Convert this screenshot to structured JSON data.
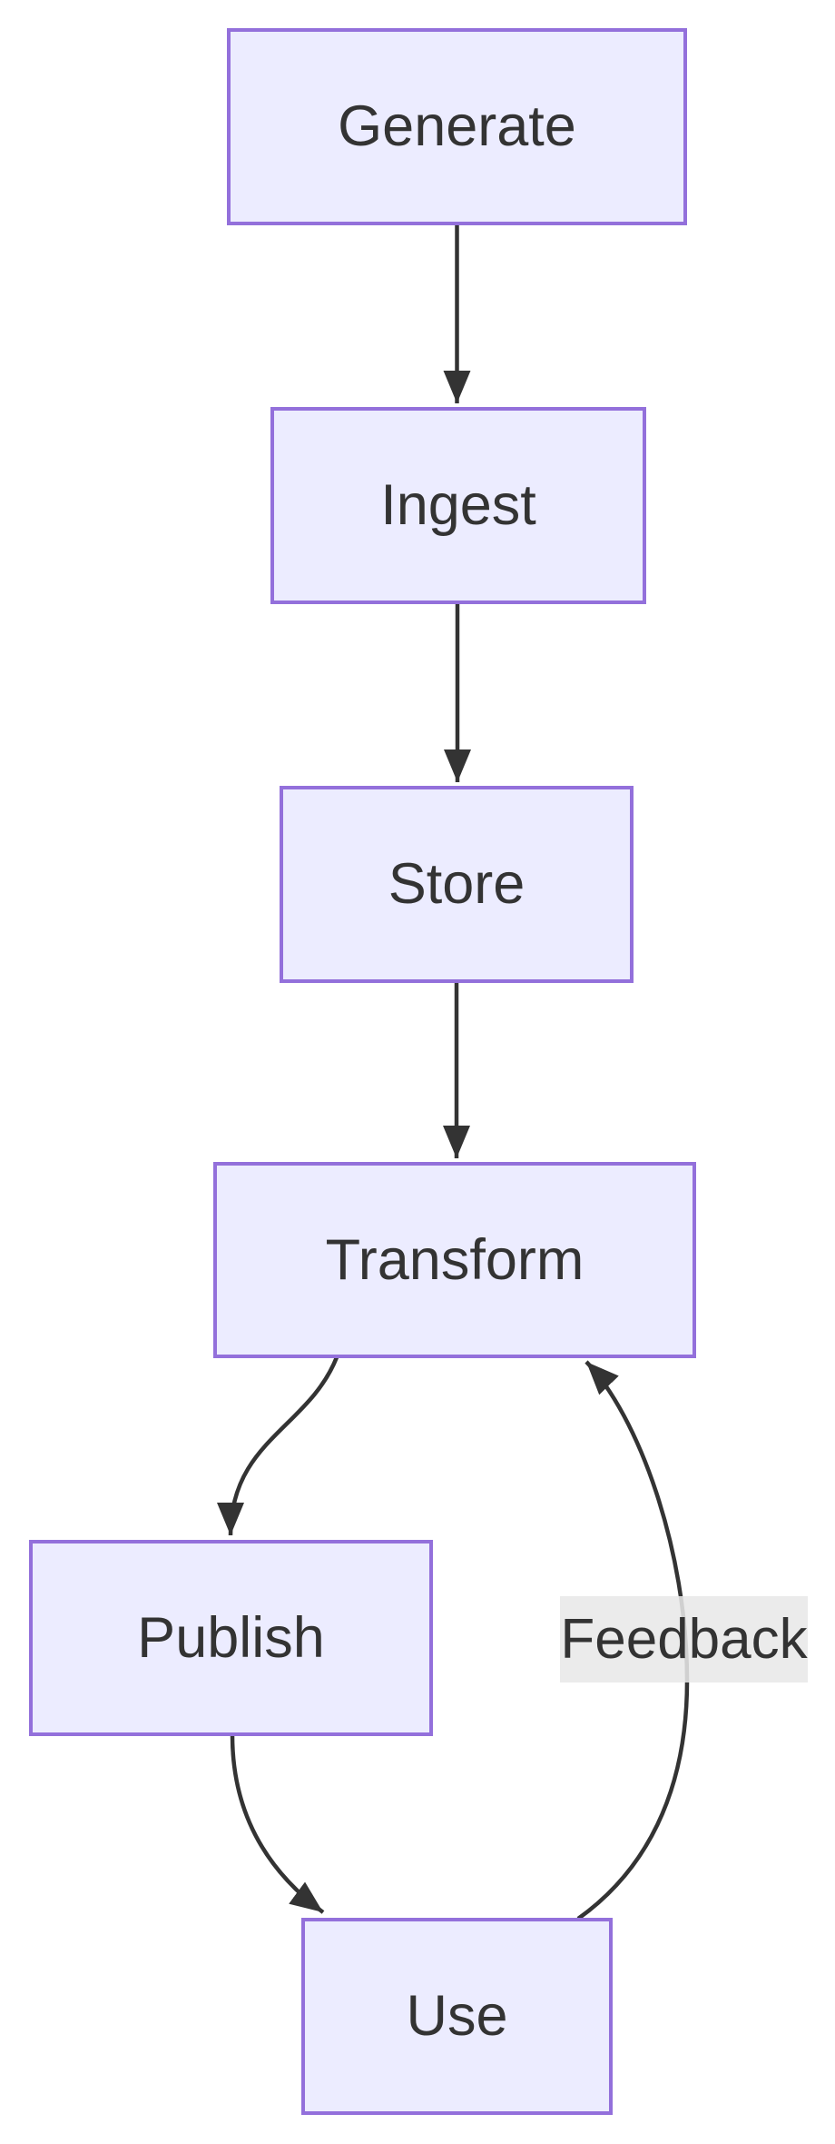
{
  "diagram": {
    "type": "flowchart",
    "direction": "top-down",
    "nodes": [
      {
        "id": "generate",
        "label": "Generate"
      },
      {
        "id": "ingest",
        "label": "Ingest"
      },
      {
        "id": "store",
        "label": "Store"
      },
      {
        "id": "transform",
        "label": "Transform"
      },
      {
        "id": "publish",
        "label": "Publish"
      },
      {
        "id": "use",
        "label": "Use"
      }
    ],
    "edges": [
      {
        "from": "Generate",
        "to": "Ingest",
        "label": ""
      },
      {
        "from": "Ingest",
        "to": "Store",
        "label": ""
      },
      {
        "from": "Store",
        "to": "Transform",
        "label": ""
      },
      {
        "from": "Transform",
        "to": "Publish",
        "label": ""
      },
      {
        "from": "Publish",
        "to": "Use",
        "label": ""
      },
      {
        "from": "Use",
        "to": "Transform",
        "label": "Feedback"
      }
    ],
    "colors": {
      "node_fill": "#ECECFF",
      "node_border": "#9370DB",
      "edge_stroke": "#333333",
      "text": "#333333",
      "edge_label_background": "#e8e8e8",
      "page_background": "#ffffff"
    }
  }
}
